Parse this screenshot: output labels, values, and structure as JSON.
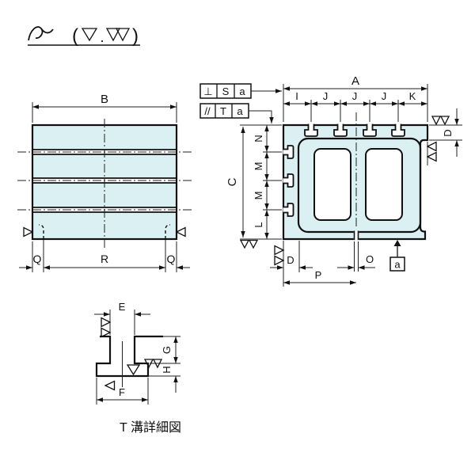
{
  "colors": {
    "body_fill": "#dbf0f3",
    "line": "#111111"
  },
  "finish_note": {
    "open_paren": "(",
    "separator": ".",
    "close_paren": ")"
  },
  "front_view": {
    "top_width": "B",
    "bottom_left": "Q",
    "bottom_center": "R",
    "bottom_right": "Q"
  },
  "section_view": {
    "total_width": "A",
    "top_pitch": [
      "I",
      "J",
      "J",
      "J",
      "K"
    ],
    "total_height": "C",
    "side_pitch": [
      "N",
      "M",
      "M",
      "L"
    ],
    "flange_thickness": "D",
    "wall_thickness": "D",
    "slot_width": "O",
    "slot_offset": "P",
    "tolerance_frames": [
      {
        "symbol": "⊥",
        "tolerance": "S",
        "datum": "a"
      },
      {
        "symbol": "//",
        "tolerance": "T",
        "datum": "a"
      }
    ],
    "datum_label": "a"
  },
  "detail_view": {
    "slot_top_width": "E",
    "slot_bottom_width": "F",
    "slot_top_depth": "G",
    "slot_bottom_depth": "H",
    "caption": "T 溝詳細図"
  }
}
